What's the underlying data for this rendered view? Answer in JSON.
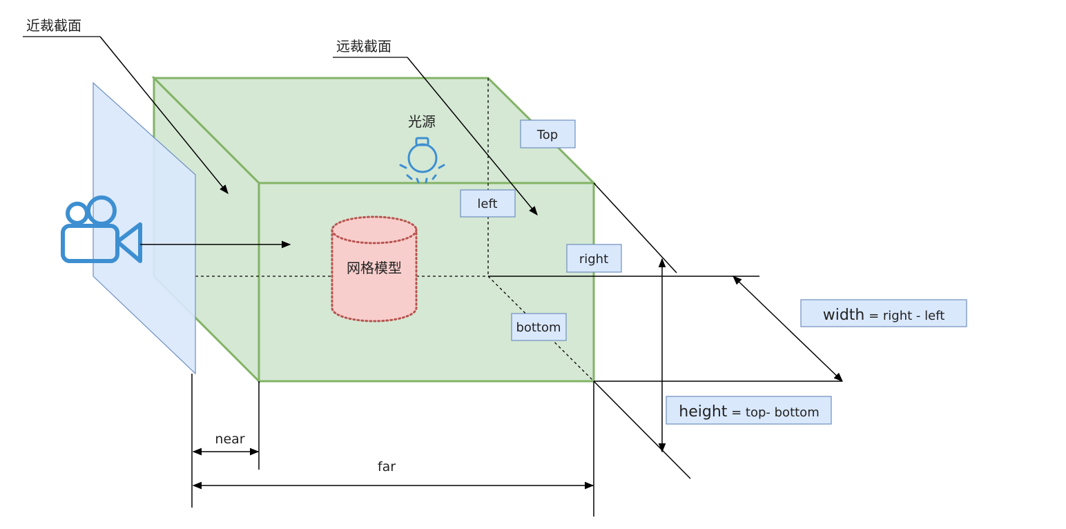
{
  "labels": {
    "near_plane": "近裁截面",
    "far_plane": "远裁截面",
    "light_source": "光源",
    "mesh_model": "网格模型",
    "top": "Top",
    "left": "left",
    "right": "right",
    "bottom": "bottom",
    "near": "near",
    "far": "far"
  },
  "formulas": {
    "width_main": "width",
    "width_rest": " = right - left",
    "height_main": "height",
    "height_rest": " = top- bottom"
  },
  "colors": {
    "frustum_fill": "#d5e8d4",
    "frustum_stroke": "#82b366",
    "plane_fill": "#dae8fc",
    "plane_stroke": "#6c8ebf",
    "mesh_fill": "#f8cecc",
    "mesh_stroke": "#b85450",
    "icon_blue": "#3d8fd1",
    "line": "#000000"
  },
  "icons": {
    "camera": "video-camera-icon",
    "light": "light-bulb-icon"
  }
}
